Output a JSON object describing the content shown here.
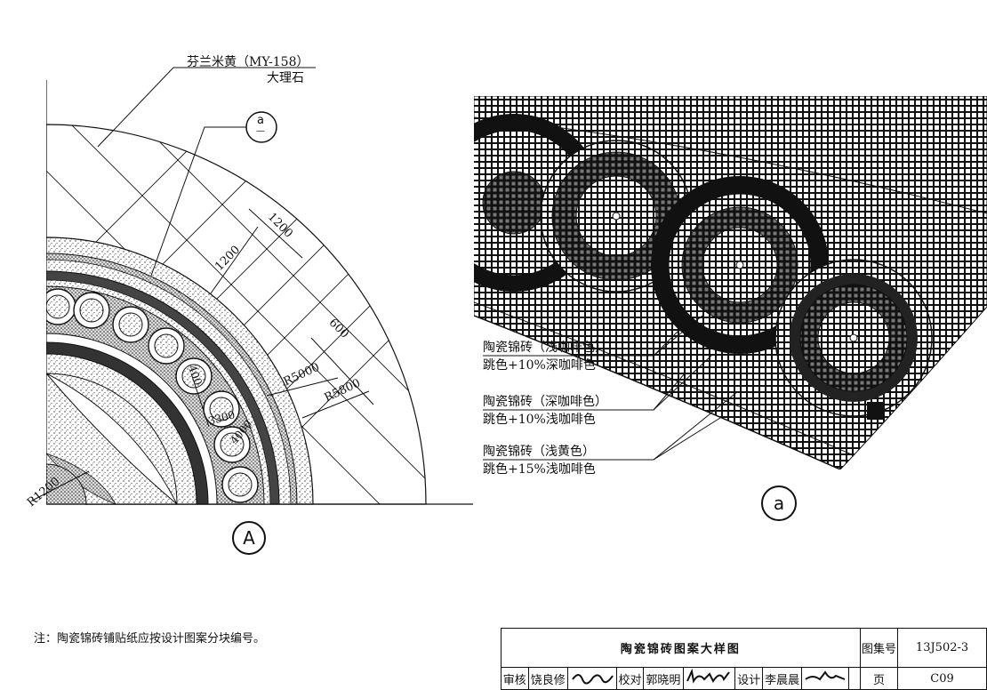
{
  "annotations": {
    "marble_name": "芬兰米黄（MY-158）",
    "marble_type": "大理石",
    "detail_marker": "a",
    "detail_marker_sub": "—",
    "dim_1200_a": "1200",
    "dim_1200_b": "1200",
    "dim_600": "600",
    "dim_r5000": "R5000",
    "dim_r5800": "R5800",
    "dim_r1200": "R1200",
    "dim_400": "400",
    "dim_3300": "3300",
    "dim_4000": "4000",
    "plan_label": "A",
    "detail_label": "a"
  },
  "legend": [
    {
      "name": "陶瓷锦砖（浅咖啡色）",
      "desc": "跳色+10%深咖啡色"
    },
    {
      "name": "陶瓷锦砖（深咖啡色）",
      "desc": "跳色+10%浅咖啡色"
    },
    {
      "name": "陶瓷锦砖（浅黄色）",
      "desc": "跳色+15%浅咖啡色"
    }
  ],
  "note": "注：陶瓷锦砖铺贴纸应按设计图案分块编号。",
  "title_block": {
    "title": "陶瓷锦砖图案大样图",
    "atlas_label": "图集号",
    "atlas_no": "13J502-3",
    "page_label": "页",
    "page_no": "C09",
    "review_label": "审核",
    "reviewer": "饶良修",
    "check_label": "校对",
    "checker": "郭晓明",
    "design_label": "设计",
    "designer": "李晨晨"
  }
}
